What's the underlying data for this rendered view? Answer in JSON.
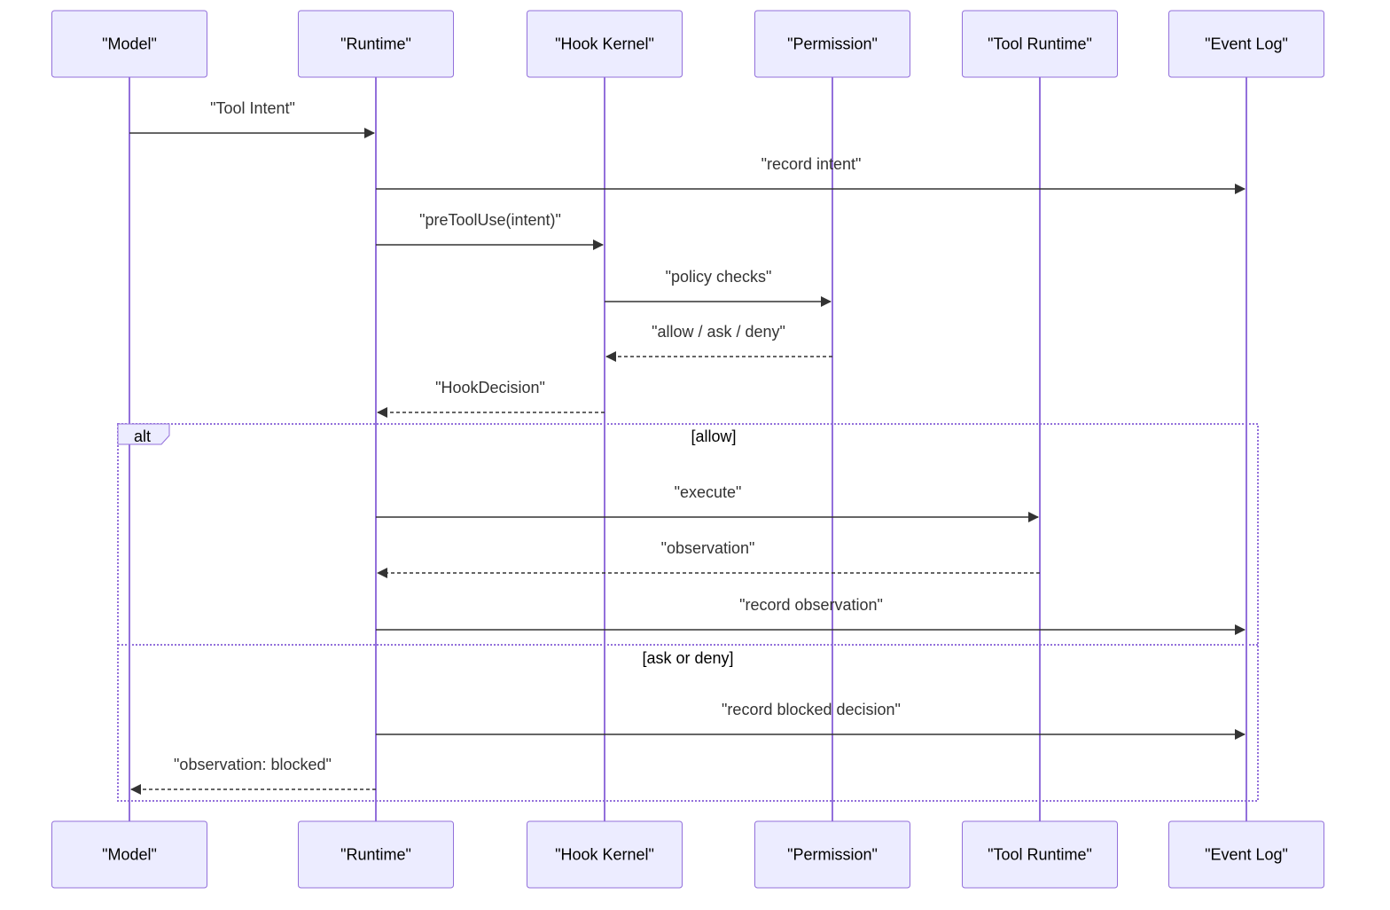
{
  "participants": [
    {
      "id": "model",
      "label": "\"Model\""
    },
    {
      "id": "runtime",
      "label": "\"Runtime\""
    },
    {
      "id": "hook-kernel",
      "label": "\"Hook Kernel\""
    },
    {
      "id": "permission",
      "label": "\"Permission\""
    },
    {
      "id": "tool-runtime",
      "label": "\"Tool Runtime\""
    },
    {
      "id": "event-log",
      "label": "\"Event Log\""
    }
  ],
  "messages": [
    {
      "from": 0,
      "to": 1,
      "label": "\"Tool Intent\"",
      "style": "solid"
    },
    {
      "from": 1,
      "to": 5,
      "label": "\"record intent\"",
      "style": "solid"
    },
    {
      "from": 1,
      "to": 2,
      "label": "\"preToolUse(intent)\"",
      "style": "solid"
    },
    {
      "from": 2,
      "to": 3,
      "label": "\"policy checks\"",
      "style": "solid"
    },
    {
      "from": 3,
      "to": 2,
      "label": "\"allow / ask / deny\"",
      "style": "dashed"
    },
    {
      "from": 2,
      "to": 1,
      "label": "\"HookDecision\"",
      "style": "dashed"
    },
    {
      "from": 1,
      "to": 4,
      "label": "\"execute\"",
      "style": "solid"
    },
    {
      "from": 4,
      "to": 1,
      "label": "\"observation\"",
      "style": "dashed"
    },
    {
      "from": 1,
      "to": 5,
      "label": "\"record observation\"",
      "style": "solid"
    },
    {
      "from": 1,
      "to": 5,
      "label": "\"record blocked decision\"",
      "style": "solid"
    },
    {
      "from": 1,
      "to": 0,
      "label": "\"observation: blocked\"",
      "style": "dashed"
    }
  ],
  "alt_frame": {
    "keyword": "alt",
    "sections": [
      {
        "condition": "[allow]"
      },
      {
        "condition": "[ask or deny]"
      }
    ]
  },
  "colors": {
    "actor_fill": "#ececff",
    "actor_border": "#9370db",
    "lifeline": "#9370db",
    "message": "#333333"
  }
}
